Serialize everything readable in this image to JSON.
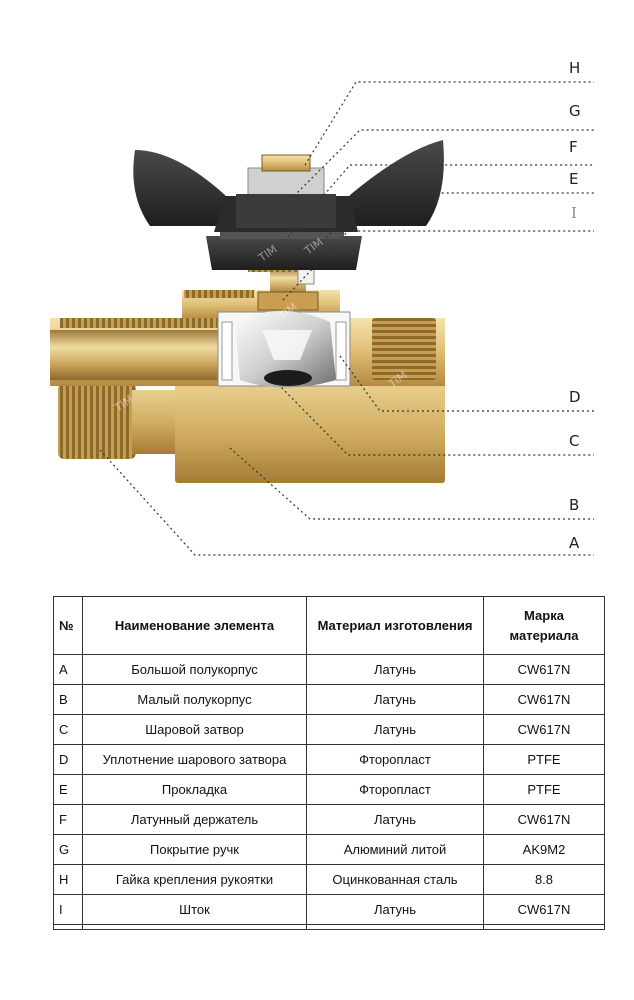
{
  "diagram": {
    "callouts": [
      {
        "key": "H",
        "label": "H"
      },
      {
        "key": "G",
        "label": "G"
      },
      {
        "key": "F",
        "label": "F"
      },
      {
        "key": "E",
        "label": "E"
      },
      {
        "key": "I",
        "label": "I"
      },
      {
        "key": "D",
        "label": "D"
      },
      {
        "key": "C",
        "label": "C"
      },
      {
        "key": "B",
        "label": "B"
      },
      {
        "key": "A",
        "label": "A"
      }
    ],
    "watermark": "TIM",
    "colors": {
      "brass_light": "#f2dfa6",
      "brass": "#d8b468",
      "brass_dark": "#9c7330",
      "handle": "#3a3a3a",
      "steel": "#d9d9d9",
      "leader": "#333333"
    }
  },
  "table": {
    "headers": {
      "num": "№",
      "name": "Наименование элемента",
      "material": "Материал изготовления",
      "grade_line1": "Марка",
      "grade_line2": "материала"
    },
    "rows": [
      {
        "code": "A",
        "name": "Большой полукорпус",
        "material": "Латунь",
        "grade": "CW617N"
      },
      {
        "code": "B",
        "name": "Малый полукорпус",
        "material": "Латунь",
        "grade": "CW617N"
      },
      {
        "code": "C",
        "name": "Шаровой затвор",
        "material": "Латунь",
        "grade": "CW617N"
      },
      {
        "code": "D",
        "name": "Уплотнение шарового затвора",
        "material": "Фторопласт",
        "grade": "PTFE"
      },
      {
        "code": "E",
        "name": "Прокладка",
        "material": "Фторопласт",
        "grade": "PTFE"
      },
      {
        "code": "F",
        "name": "Латунный держатель",
        "material": "Латунь",
        "grade": "CW617N"
      },
      {
        "code": "G",
        "name": "Покрытие ручк",
        "material": "Алюминий литой",
        "grade": "AK9M2"
      },
      {
        "code": "H",
        "name": "Гайка крепления рукоятки",
        "material": "Оцинкованная сталь",
        "grade": "8.8"
      },
      {
        "code": "I",
        "name": "Шток",
        "material": "Латунь",
        "grade": "CW617N"
      }
    ]
  }
}
